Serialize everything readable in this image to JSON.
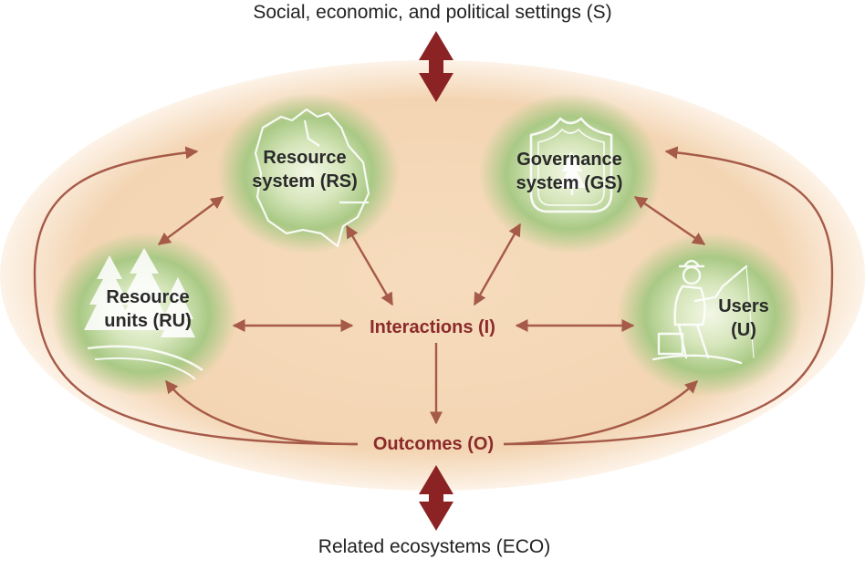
{
  "labels": {
    "settings": "Social, economic, and political settings (S)",
    "ecosystems": "Related ecosystems (ECO)",
    "interactions": "Interactions (I)",
    "outcomes": "Outcomes (O)"
  },
  "nodes": {
    "resource_system": {
      "line1": "Resource",
      "line2": "system (RS)"
    },
    "governance_system": {
      "line1": "Governance",
      "line2": "system (GS)"
    },
    "resource_units": {
      "line1": "Resource",
      "line2": "units (RU)"
    },
    "users": {
      "line1": "Users",
      "line2": "(U)"
    }
  },
  "icons": [
    "map-icon",
    "shield-tree-icon",
    "pine-trees-icon",
    "fisherman-icon"
  ],
  "colors": {
    "arrow": "#a65a48",
    "double_arrow": "#8b2324",
    "ellipse": "#f4d7b5",
    "node_glow": "#9cc06e",
    "red_text": "#8b2a2a"
  }
}
